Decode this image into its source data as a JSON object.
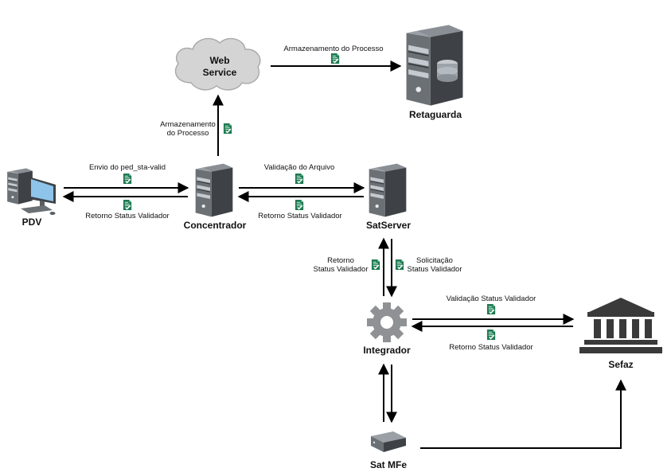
{
  "nodes": {
    "web_service": {
      "line1": "Web",
      "line2": "Service"
    },
    "retaguarda": "Retaguarda",
    "pdv": "PDV",
    "concentrador": "Concentrador",
    "satserver": "SatServer",
    "integrador": "Integrador",
    "sefaz": "Sefaz",
    "sat_mfe": "Sat MFe"
  },
  "edges": {
    "ws_to_retaguarda": "Armazenamento do Processo",
    "conc_to_ws": {
      "line1": "Armazenamento",
      "line2": "do Processo"
    },
    "pdv_to_conc": "Envio do ped_sta-valid",
    "conc_to_pdv": "Retorno Status Validador",
    "conc_to_sat": "Validação do Arquivo",
    "sat_to_conc": "Retorno Status Validador",
    "int_to_sat": {
      "line1": "Retorno",
      "line2": "Status Validador"
    },
    "sat_to_int": {
      "line1": "Solicitação",
      "line2": "Status Validador"
    },
    "int_to_sefaz": "Validação Status Validador",
    "sefaz_to_int": "Retorno Status Validador"
  },
  "colors": {
    "arrow": "#000000",
    "server_body": "#5a5e63",
    "server_light": "#c5cad0",
    "cloud": "#d4d4d4",
    "gear": "#8f9194",
    "bank": "#3a3a3a",
    "doc_icon": "#1e7a52"
  },
  "icons": [
    "server-icon",
    "cloud-icon",
    "computer-icon",
    "gear-icon",
    "bank-icon",
    "sat-device-icon",
    "document-check-icon"
  ]
}
